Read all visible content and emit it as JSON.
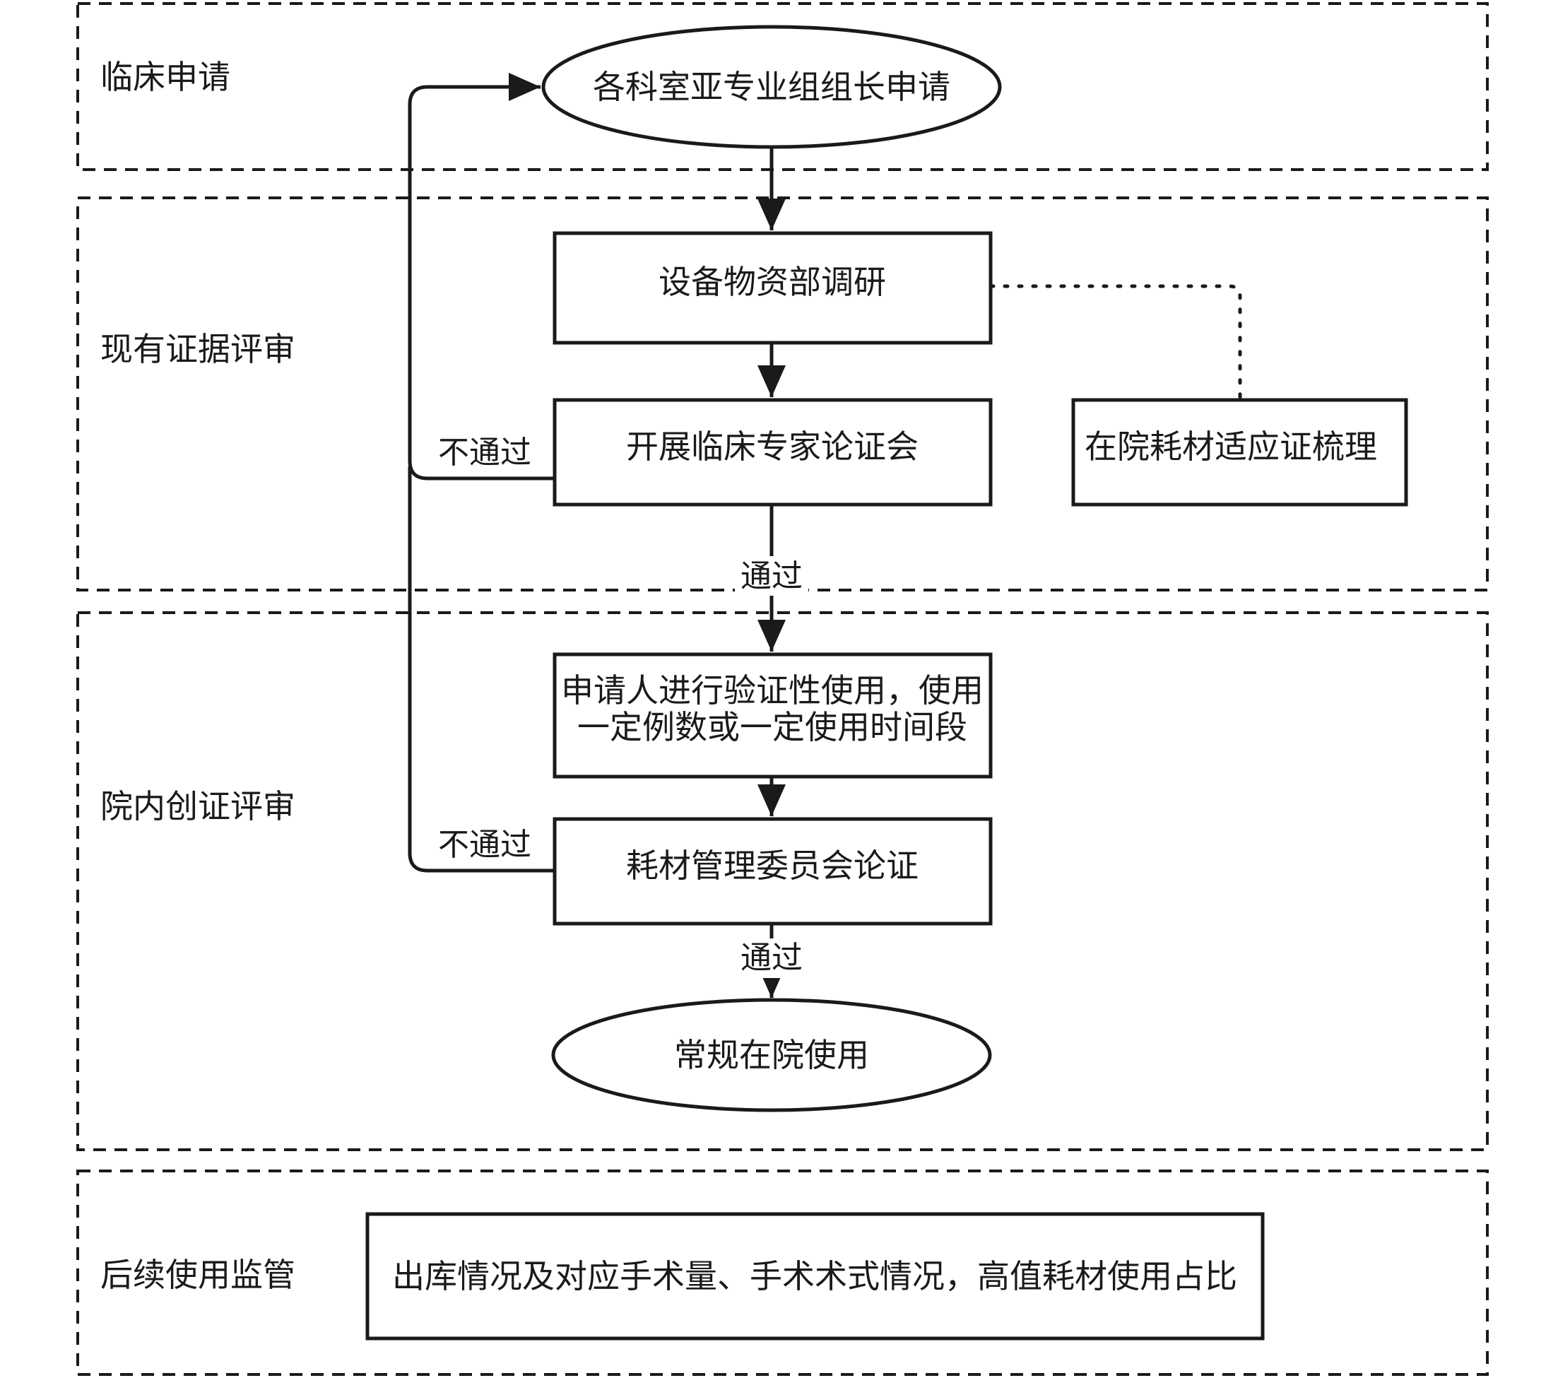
{
  "lanes": [
    {
      "id": "lane-clinical-application",
      "label": "临床申请"
    },
    {
      "id": "lane-existing-evidence-review",
      "label": "现有证据评审"
    },
    {
      "id": "lane-in-hospital-evidence-review",
      "label": "院内创证评审"
    },
    {
      "id": "lane-follow-up-supervision",
      "label": "后续使用监管"
    }
  ],
  "nodes": [
    {
      "id": "apply",
      "shape": "ellipse",
      "lines": [
        "各科室亚专业组组长申请"
      ]
    },
    {
      "id": "research",
      "shape": "rect",
      "lines": [
        "设备物资部调研"
      ]
    },
    {
      "id": "expert-meeting",
      "shape": "rect",
      "lines": [
        "开展临床专家论证会"
      ]
    },
    {
      "id": "indication-review",
      "shape": "rect",
      "lines": [
        "在院耗材适应证梳理"
      ]
    },
    {
      "id": "trial-use",
      "shape": "rect",
      "lines": [
        "申请人进行验证性使用，使用",
        "一定例数或一定使用时间段"
      ]
    },
    {
      "id": "committee",
      "shape": "rect",
      "lines": [
        "耗材管理委员会论证"
      ]
    },
    {
      "id": "routine-use",
      "shape": "ellipse",
      "lines": [
        "常规在院使用"
      ]
    },
    {
      "id": "monitoring",
      "shape": "rect",
      "lines": [
        "出库情况及对应手术量、手术术式情况，高值耗材使用占比"
      ]
    }
  ],
  "edges": [
    {
      "id": "apply-to-research",
      "from": "apply",
      "to": "research",
      "label": ""
    },
    {
      "id": "research-to-expert",
      "from": "research",
      "to": "expert-meeting",
      "label": ""
    },
    {
      "id": "research-to-indication",
      "from": "research",
      "to": "indication-review",
      "label": "",
      "style": "dotted"
    },
    {
      "id": "expert-pass",
      "from": "expert-meeting",
      "to": "trial-use",
      "label": "通过"
    },
    {
      "id": "expert-fail",
      "from": "expert-meeting",
      "to": "apply",
      "label": "不通过"
    },
    {
      "id": "trial-to-committee",
      "from": "trial-use",
      "to": "committee",
      "label": ""
    },
    {
      "id": "committee-pass",
      "from": "committee",
      "to": "routine-use",
      "label": "通过"
    },
    {
      "id": "committee-fail",
      "from": "committee",
      "to": "apply",
      "label": "不通过"
    }
  ]
}
